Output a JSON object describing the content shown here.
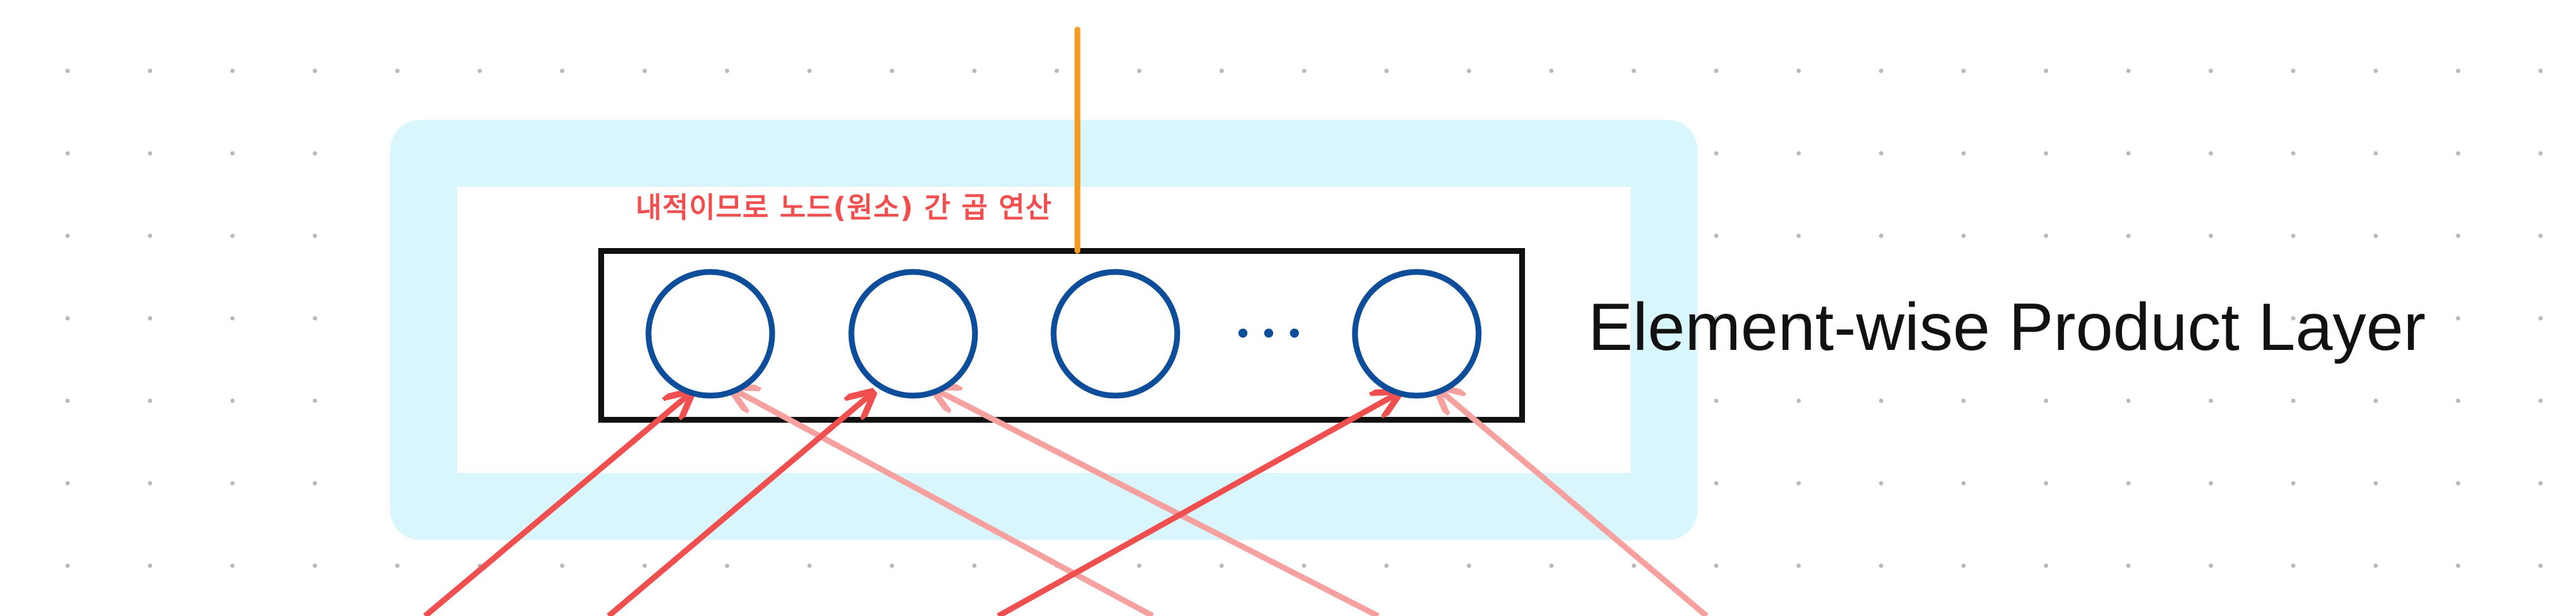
{
  "diagram": {
    "annotation": "내적이므로 노드(원소) 간 곱 연산",
    "layer_label": "Element-wise Product Layer",
    "ellipsis": "· · ·",
    "node_count_visible": 4,
    "colors": {
      "background": "#ffffff",
      "grid_dot": "#b9b9b9",
      "layer_highlight": "#d8f6fb",
      "node_stroke": "#0e4d99",
      "box_stroke": "#111111",
      "output_line": "#f59a23",
      "arrow_dark": "#ef4f4f",
      "arrow_light": "#f6a0a0",
      "annotation": "#ef4f4f"
    }
  }
}
